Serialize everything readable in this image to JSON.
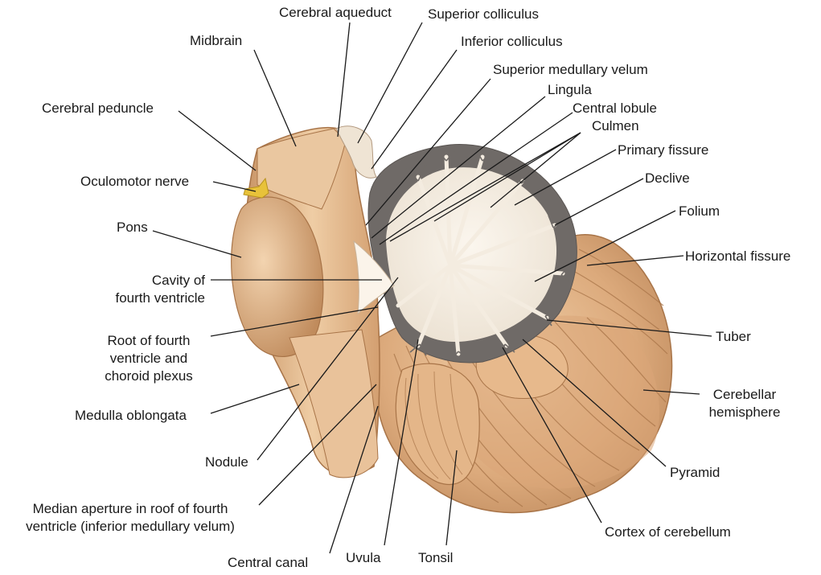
{
  "diagram": {
    "labels": {
      "cerebral_aqueduct": "Cerebral aqueduct",
      "superior_colliculus": "Superior colliculus",
      "midbrain": "Midbrain",
      "inferior_colliculus": "Inferior colliculus",
      "superior_medullary_velum": "Superior medullary velum",
      "lingula": "Lingula",
      "cerebral_peduncle": "Cerebral peduncle",
      "central_lobule": "Central lobule",
      "culmen": "Culmen",
      "primary_fissure": "Primary fissure",
      "oculomotor_nerve": "Oculomotor nerve",
      "declive": "Declive",
      "folium": "Folium",
      "pons": "Pons",
      "horizontal_fissure": "Horizontal fissure",
      "cavity_fourth_ventricle": "Cavity of\nfourth ventricle",
      "root_fourth_ventricle": "Root of fourth\nventricle and\nchoroid plexus",
      "tuber": "Tuber",
      "cerebellar_hemisphere": "Cerebellar\nhemisphere",
      "medulla_oblongata": "Medulla oblongata",
      "nodule": "Nodule",
      "pyramid": "Pyramid",
      "median_aperture": "Median aperture in roof of fourth\nventricle (inferior medullary velum)",
      "cortex_of_cerebellum": "Cortex of cerebellum",
      "central_canal": "Central canal",
      "uvula": "Uvula",
      "tonsil": "Tonsil"
    },
    "colors": {
      "tissue_light": "#ecc59c",
      "tissue_mid": "#d9a273",
      "tissue_shadow": "#b98457",
      "white_matter": "#f4ece0",
      "gray_matter": "#6f6a67",
      "nerve": "#e8c23a",
      "leader_line": "#1a1a1a"
    }
  }
}
